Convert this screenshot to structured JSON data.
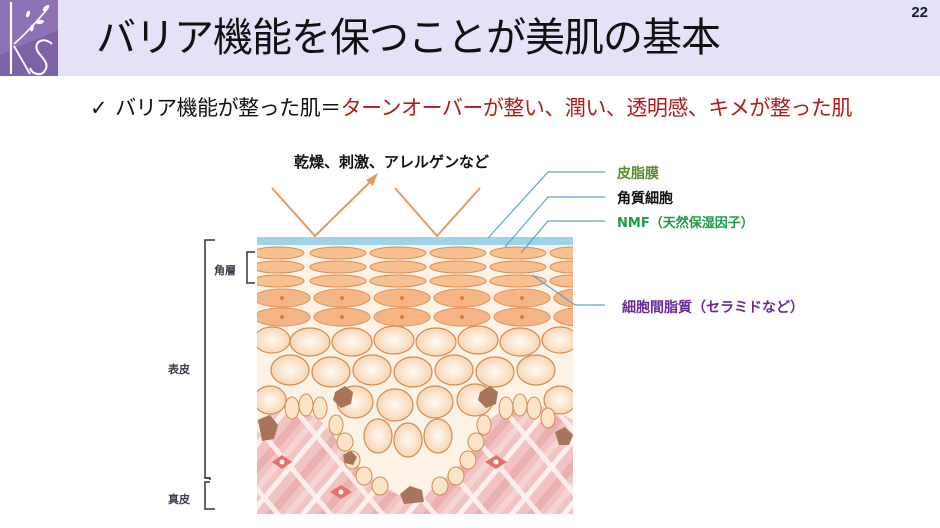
{
  "slide": {
    "title": "バリア機能を保つことが美肌の基本",
    "page_number": "22",
    "logo_text": "KS",
    "header_bg": "#e3e2f8",
    "logo_bg": "#8e72b6"
  },
  "bullet": {
    "check_icon": "✓",
    "lead": "バリア機能が整った肌＝",
    "highlight": "ターンオーバーが整い、潤い、透明感、キメが整った肌",
    "highlight_color": "#b01c1c"
  },
  "diagram": {
    "external_label": "乾燥、刺激、アレルゲンなど",
    "callouts": [
      {
        "label": "皮脂膜",
        "color": "#5a8a2e"
      },
      {
        "label": "角質細胞",
        "color": "#111111"
      },
      {
        "label": "NMF（天然保湿因子）",
        "color": "#1e9a4a"
      },
      {
        "label": "細胞間脂質（セラミドなど）",
        "color": "#6a2a9a"
      }
    ],
    "layers": [
      {
        "label": "角層"
      },
      {
        "label": "表皮"
      },
      {
        "label": "真皮"
      }
    ]
  }
}
